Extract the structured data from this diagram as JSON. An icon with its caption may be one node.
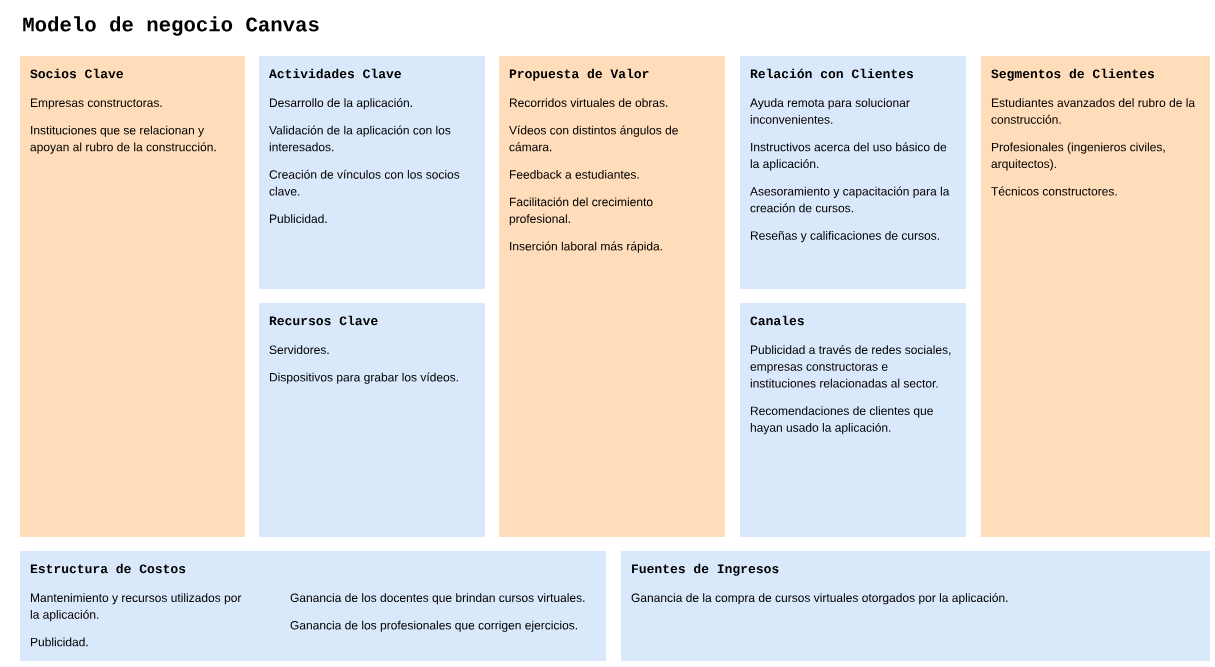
{
  "diagram": {
    "title": "Modelo de negocio Canvas",
    "nodes": [
      {
        "text": [
          "Socios Clave",
          "Empresas constructoras.",
          "Instituciones que se relacionan y apoyan al rubro de la construcción."
        ]
      },
      {
        "text": [
          "Actividades Clave",
          "Desarrollo de la aplicación.",
          "Validación de la aplicación con los interesados.",
          "Creación de vínculos con los socios clave.",
          "Publicidad."
        ]
      },
      {
        "text": [
          "Recursos Clave",
          "Servidores.",
          "Dispositivos para grabar los vídeos."
        ]
      },
      {
        "text": [
          "Propuesta de Valor",
          "Recorridos virtuales de obras.",
          "Vídeos con distintos ángulos de cámara.",
          "Feedback a estudiantes.",
          "Facilitación del crecimiento profesional.",
          "Inserción laboral más rápida."
        ]
      },
      {
        "text": [
          "Relación con Clientes",
          "Ayuda remota para solucionar inconvenientes.",
          "Instructivos acerca del uso básico de la aplicación.",
          "Asesoramiento y capacitación para la creación de cursos.",
          "Reseñas y calificaciones de cursos."
        ]
      },
      {
        "text": [
          "Canales",
          "Publicidad a través de redes sociales, empresas constructoras e instituciones relacionadas al sector.",
          "Recomendaciones de clientes que hayan usado la aplicación."
        ]
      },
      {
        "text": [
          "Segmentos de Clientes",
          "Estudiantes avanzados del rubro de la construcción.",
          "Profesionales (ingenieros civiles, arquitectos).",
          "Técnicos constructores."
        ]
      },
      {
        "text": [
          "Estructura de Costos",
          "Mantenimiento y recursos utilizados por la aplicación.",
          "Publicidad.",
          "Ganancia de los docentes que brindan cursos virtuales.",
          "Ganancia de los profesionales que corrigen ejercicios."
        ]
      },
      {
        "text": [
          "Fuentes de Ingresos",
          "Ganancia de la compra de cursos virtuales otorgados por la aplicación."
        ]
      }
    ]
  }
}
